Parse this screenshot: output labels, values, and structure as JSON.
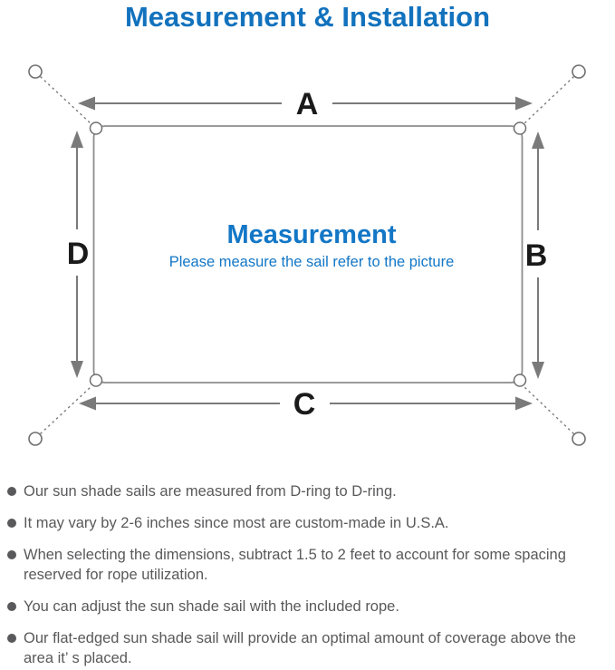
{
  "header": {
    "title": "Measurement & Installation"
  },
  "diagram": {
    "edge_labels": {
      "top": "A",
      "right": "B",
      "bottom": "C",
      "left": "D"
    },
    "center_title": "Measurement",
    "center_subtitle": "Please measure the sail refer to the picture"
  },
  "colors": {
    "title_blue": "#1272bd",
    "diagram_blue": "#1377c6",
    "line_gray": "#7a7a7a",
    "note_text_gray": "#59595b"
  },
  "notes": {
    "items": [
      "Our sun shade sails are measured from D-ring to D-ring.",
      "It may vary by 2-6 inches since most are custom-made in U.S.A.",
      "When selecting the dimensions, subtract 1.5 to 2 feet to account for some spacing reserved for rope utilization.",
      "You can adjust the sun shade sail with the included rope.",
      "Our flat-edged sun shade sail will provide an optimal amount of coverage above the area it’ s placed."
    ]
  }
}
